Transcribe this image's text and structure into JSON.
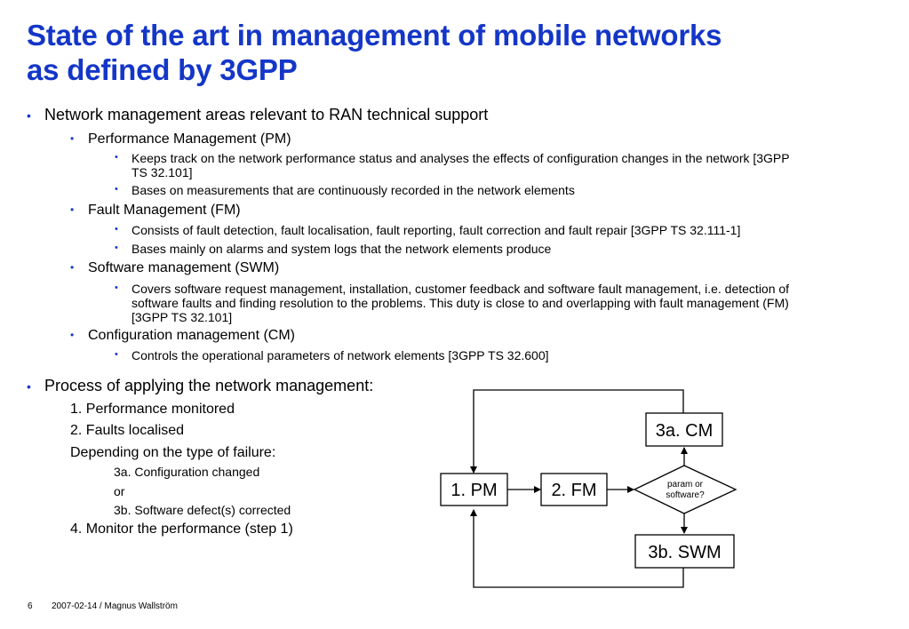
{
  "slide": {
    "title_line1": "State of the art in management of mobile networks",
    "title_line2": "as defined by 3GPP",
    "bullet_glyph": "•",
    "section1": {
      "heading": "Network management areas relevant to RAN technical support",
      "areas": [
        {
          "name": "Performance Management (PM)",
          "points": [
            [
              "Keeps track on the network performance status and analyses the effects of configuration changes in the network [3GPP",
              "TS 32.101]"
            ],
            [
              "Bases on measurements that are continuously recorded in the network elements"
            ]
          ]
        },
        {
          "name": "Fault Management (FM)",
          "points": [
            [
              "Consists of fault detection, fault localisation, fault reporting, fault correction and fault repair [3GPP TS 32.111-1]"
            ],
            [
              "Bases mainly on alarms and system logs that the network elements produce"
            ]
          ]
        },
        {
          "name": "Software management (SWM)",
          "points": [
            [
              "Covers software request management, installation, customer feedback and software fault management, i.e. detection of",
              "software faults and finding resolution to the problems. This duty is close to and overlapping with fault management (FM)",
              "[3GPP TS 32.101]"
            ]
          ]
        },
        {
          "name": "Configuration management (CM)",
          "points": [
            [
              "Controls the operational parameters of network elements [3GPP TS 32.600]"
            ]
          ]
        }
      ]
    },
    "section2": {
      "heading": "Process of applying the network management:",
      "steps": [
        "1. Performance monitored",
        "2. Faults localised",
        "Depending on the type of failure:"
      ],
      "substeps": [
        "3a. Configuration changed",
        "or",
        "3b. Software defect(s) corrected"
      ],
      "final_step": "4. Monitor the performance (step 1)"
    },
    "diagram": {
      "pm": "1. PM",
      "fm": "2. FM",
      "cm": "3a. CM",
      "swm": "3b. SWM",
      "decision_line1": "param or",
      "decision_line2": "software?"
    },
    "footer": {
      "page_number": "6",
      "text": "2007-02-14 / Magnus Wallström"
    },
    "colors": {
      "title": "#1436c8",
      "bullet": "#1436c8",
      "text": "#000000"
    }
  }
}
